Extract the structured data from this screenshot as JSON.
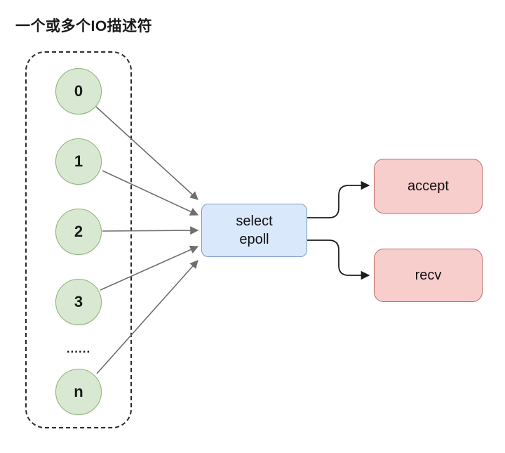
{
  "title": "一个或多个IO描述符",
  "descriptor_group": {
    "items": [
      {
        "label": "0"
      },
      {
        "label": "1"
      },
      {
        "label": "2"
      },
      {
        "label": "3"
      },
      {
        "label": "n"
      }
    ],
    "ellipsis": "......"
  },
  "multiplexer": {
    "label_line1": "select",
    "label_line2": "epoll"
  },
  "handlers": [
    {
      "label": "accept"
    },
    {
      "label": "recv"
    }
  ],
  "colors": {
    "circle_fill": "#d9e8d2",
    "circle_stroke": "#8db572",
    "select_fill": "#dae8fc",
    "select_stroke": "#7e9ccc",
    "handler_fill": "#f8cecc",
    "handler_stroke": "#bd6d6a",
    "arrow_gray": "#6e6e6e",
    "arrow_black": "#1c1c1c",
    "dashed_border": "#2b2b2b"
  }
}
